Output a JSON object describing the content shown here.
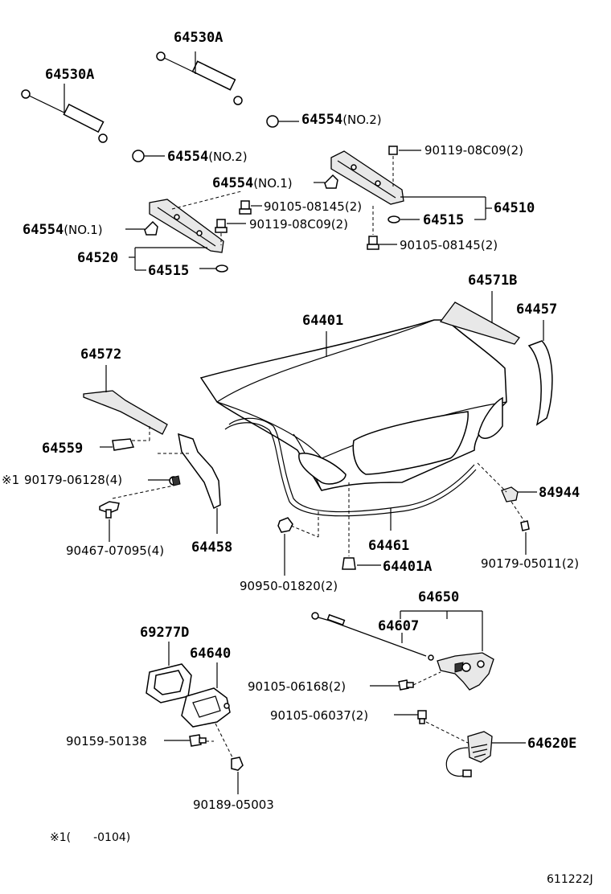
{
  "labels": {
    "l64530A_top": "64530A",
    "l64530A_left": "64530A",
    "l64554_no2_top_num": "64554",
    "l64554_no2_top_sfx": "(NO.2)",
    "l64554_no2_mid_num": "64554",
    "l64554_no2_mid_sfx": "(NO.2)",
    "l64554_no1_mid_num": "64554",
    "l64554_no1_mid_sfx": "(NO.1)",
    "l64554_no1_left_num": "64554",
    "l64554_no1_left_sfx": "(NO.1)",
    "l90119_top": "90119-08C09(2)",
    "l90105_08145_mid": "90105-08145(2)",
    "l90119_mid": "90119-08C09(2)",
    "l64510": "64510",
    "l64515_right": "64515",
    "l90105_08145_right": "90105-08145(2)",
    "l64520": "64520",
    "l64515_left": "64515",
    "l64571B": "64571B",
    "l64457": "64457",
    "l64401": "64401",
    "l64572": "64572",
    "l64559": "64559",
    "l90179_06128_mark": "※1",
    "l90179_06128": "90179-06128(4)",
    "l84944": "84944",
    "l90467": "90467-07095(4)",
    "l64458": "64458",
    "l64461": "64461",
    "l90179_05011": "90179-05011(2)",
    "l64401A": "64401A",
    "l90950": "90950-01820(2)",
    "l64650": "64650",
    "l64607": "64607",
    "l69277D": "69277D",
    "l64640": "64640",
    "l90105_06168": "90105-06168(2)",
    "l90105_06037": "90105-06037(2)",
    "l90159": "90159-50138",
    "l64620E": "64620E",
    "l90189": "90189-05003",
    "footnote": "※1(　　-0104)",
    "code": "611222J"
  }
}
